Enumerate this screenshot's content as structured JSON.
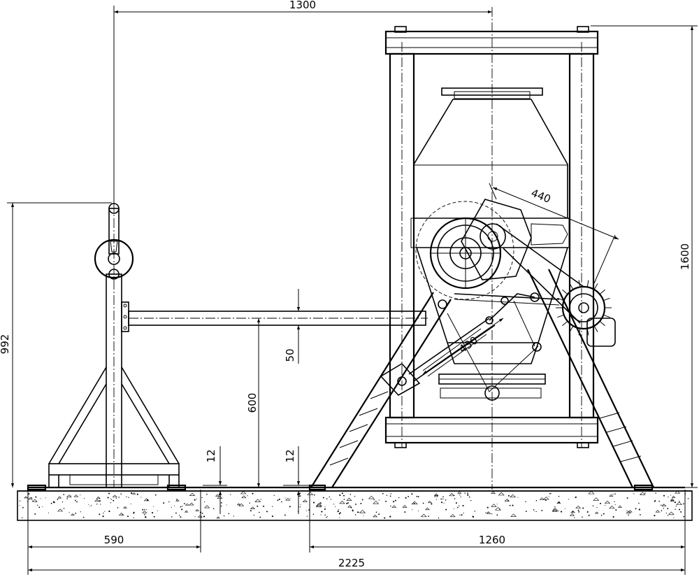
{
  "dimensions": {
    "top_span": "1300",
    "left_height": "992",
    "right_height": "1600",
    "arm_offset": "50",
    "arm_height": "600",
    "base_left": "12",
    "base_mid": "12",
    "belt_top": "440",
    "belt_link": "430",
    "bottom_left": "590",
    "bottom_right": "1260",
    "bottom_total": "2225"
  }
}
